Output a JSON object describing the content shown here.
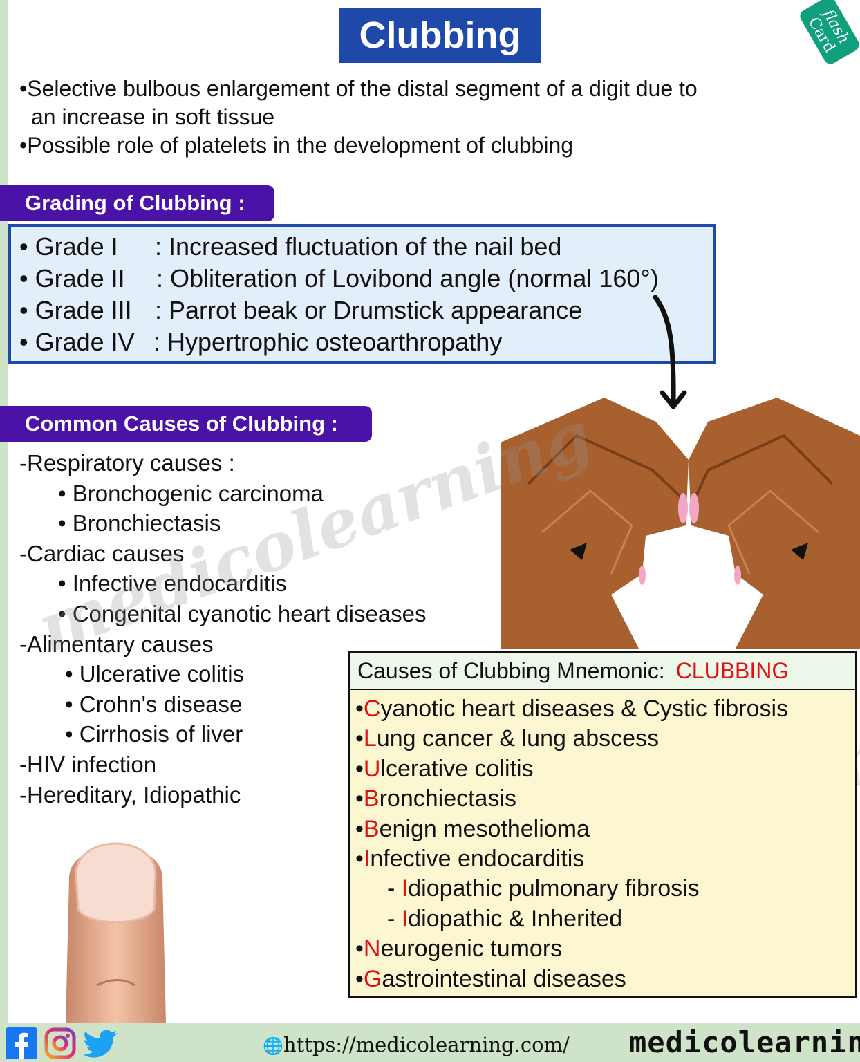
{
  "title": "Clubbing",
  "flash_card": {
    "line1": "flash",
    "line2": "Card"
  },
  "intro": {
    "line1": "•Selective bulbous enlargement of the distal segment of a digit due to",
    "line2": "an increase in soft tissue",
    "line3": "•Possible role of platelets in the development of clubbing"
  },
  "grading": {
    "heading": "Grading of Clubbing :",
    "rows": [
      {
        "grade": "• Grade I",
        "desc": ": Increased fluctuation of the nail bed"
      },
      {
        "grade": "• Grade II",
        "desc": ": Obliteration of Lovibond angle (normal 160°)"
      },
      {
        "grade": "• Grade III",
        "desc": ": Parrot beak or Drumstick appearance"
      },
      {
        "grade": "• Grade IV",
        "desc": ": Hypertrophic osteoarthropathy"
      }
    ]
  },
  "causes": {
    "heading": "Common Causes of Clubbing :",
    "respiratory": "-Respiratory causes :",
    "resp_items": [
      "• Bronchogenic carcinoma",
      "• Bronchiectasis"
    ],
    "cardiac": "-Cardiac causes",
    "card_items": [
      "• Infective endocarditis",
      "• Congenital cyanotic heart diseases"
    ],
    "alimentary": "-Alimentary causes",
    "alim_items": [
      "• Ulcerative colitis",
      "• Crohn's disease",
      "• Cirrhosis of liver"
    ],
    "hiv": "-HIV infection",
    "hereditary": "-Hereditary, Idiopathic"
  },
  "mnemonic": {
    "heading": "Causes of Clubbing Mnemonic:",
    "word": "CLUBBING",
    "items": [
      {
        "prefix": "•",
        "letter": "C",
        "rest": "yanotic heart diseases & Cystic fibrosis"
      },
      {
        "prefix": "•",
        "letter": "L",
        "rest": "ung cancer & lung abscess"
      },
      {
        "prefix": "•",
        "letter": "U",
        "rest": "lcerative colitis"
      },
      {
        "prefix": "•",
        "letter": "B",
        "rest": "ronchiectasis"
      },
      {
        "prefix": "•",
        "letter": "B",
        "rest": "enign mesothelioma"
      },
      {
        "prefix": "•",
        "letter": "I",
        "rest": "nfective endocarditis"
      },
      {
        "prefix": "- ",
        "letter": "I",
        "rest": "diopathic pulmonary fibrosis"
      },
      {
        "prefix": "- ",
        "letter": "I",
        "rest": "diopathic & Inherited"
      },
      {
        "prefix": "•",
        "letter": "N",
        "rest": "eurogenic tumors"
      },
      {
        "prefix": "•",
        "letter": "G",
        "rest": "astrointestinal diseases"
      }
    ]
  },
  "watermark": "medicolearning",
  "footer": {
    "url": "https://medicolearning.com/",
    "brand": "medicolearning"
  },
  "colors": {
    "title_bg": "#1f49a8",
    "section_bg": "#4a12a6",
    "highlight_red": "#e01010",
    "footer_bg": "#cfe3c9",
    "skin": "#a8602f",
    "grade_bg": "#e2eefa",
    "mnemonic_bg": "#fdf7d1"
  },
  "icons": [
    "flash-card-badge",
    "facebook-icon",
    "instagram-icon",
    "twitter-icon",
    "globe-icon",
    "pencil-logo-icon"
  ]
}
